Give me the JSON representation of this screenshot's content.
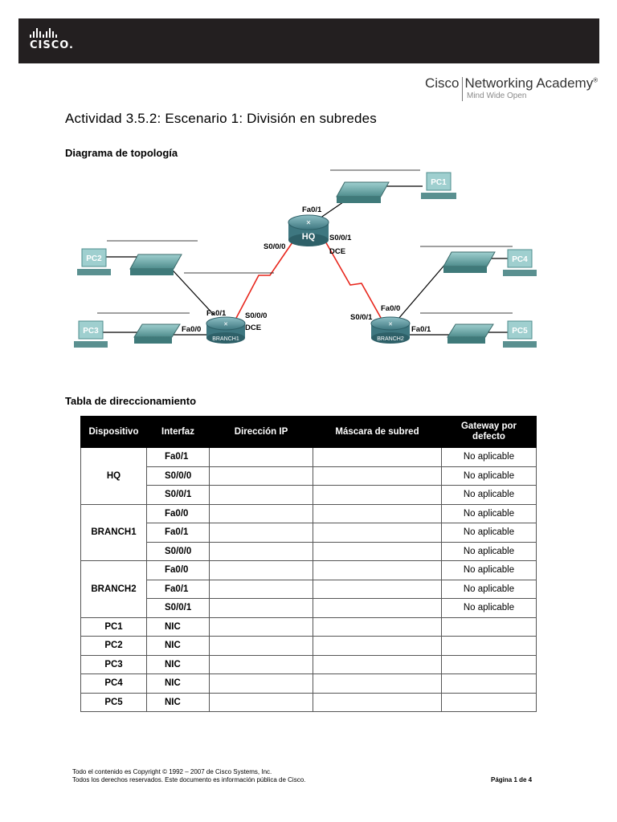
{
  "header": {
    "brand": "CISCO.",
    "academy_title_1": "Cisco",
    "academy_title_2": "Networking Academy",
    "academy_tagline": "Mind Wide Open"
  },
  "title": "Actividad 3.5.2: Escenario 1: División en subredes",
  "topology": {
    "heading": "Diagrama de topología",
    "devices": {
      "hq": "HQ",
      "branch1": "BRANCH1",
      "branch2": "BRANCH2",
      "pc1": "PC1",
      "pc2": "PC2",
      "pc3": "PC3",
      "pc4": "PC4",
      "pc5": "PC5"
    },
    "labels": {
      "hq_fa01": "Fa0/1",
      "hq_s000": "S0/0/0",
      "hq_s001": "S0/0/1",
      "hq_dce": "DCE",
      "b1_fa01": "Fa0/1",
      "b1_fa00": "Fa0/0",
      "b1_s000": "S0/0/0",
      "b1_dce": "DCE",
      "b2_fa00": "Fa0/0",
      "b2_s001": "S0/0/1",
      "b2_fa01": "Fa0/1"
    }
  },
  "addressing": {
    "heading": "Tabla de direccionamiento",
    "columns": [
      "Dispositivo",
      "Interfaz",
      "Dirección IP",
      "Máscara de subred",
      "Gateway por defecto"
    ],
    "rows": [
      {
        "device": "HQ",
        "interface": "Fa0/1",
        "gateway": "No aplicable"
      },
      {
        "device": "",
        "interface": "S0/0/0",
        "gateway": "No aplicable"
      },
      {
        "device": "",
        "interface": "S0/0/1",
        "gateway": "No aplicable"
      },
      {
        "device": "BRANCH1",
        "interface": "Fa0/0",
        "gateway": "No aplicable"
      },
      {
        "device": "",
        "interface": "Fa0/1",
        "gateway": "No aplicable"
      },
      {
        "device": "",
        "interface": "S0/0/0",
        "gateway": "No aplicable"
      },
      {
        "device": "BRANCH2",
        "interface": "Fa0/0",
        "gateway": "No aplicable"
      },
      {
        "device": "",
        "interface": "Fa0/1",
        "gateway": "No aplicable"
      },
      {
        "device": "",
        "interface": "S0/0/1",
        "gateway": "No aplicable"
      },
      {
        "device": "PC1",
        "interface": "NIC",
        "gateway": ""
      },
      {
        "device": "PC2",
        "interface": "NIC",
        "gateway": ""
      },
      {
        "device": "PC3",
        "interface": "NIC",
        "gateway": ""
      },
      {
        "device": "PC4",
        "interface": "NIC",
        "gateway": ""
      },
      {
        "device": "PC5",
        "interface": "NIC",
        "gateway": ""
      }
    ]
  },
  "footer": {
    "copyright_1": "Todo el contenido es Copyright © 1992 – 2007 de Cisco Systems, Inc.",
    "copyright_2": "Todos los derechos reservados. Este documento es información pública de Cisco.",
    "page": "Página 1 de 4"
  }
}
